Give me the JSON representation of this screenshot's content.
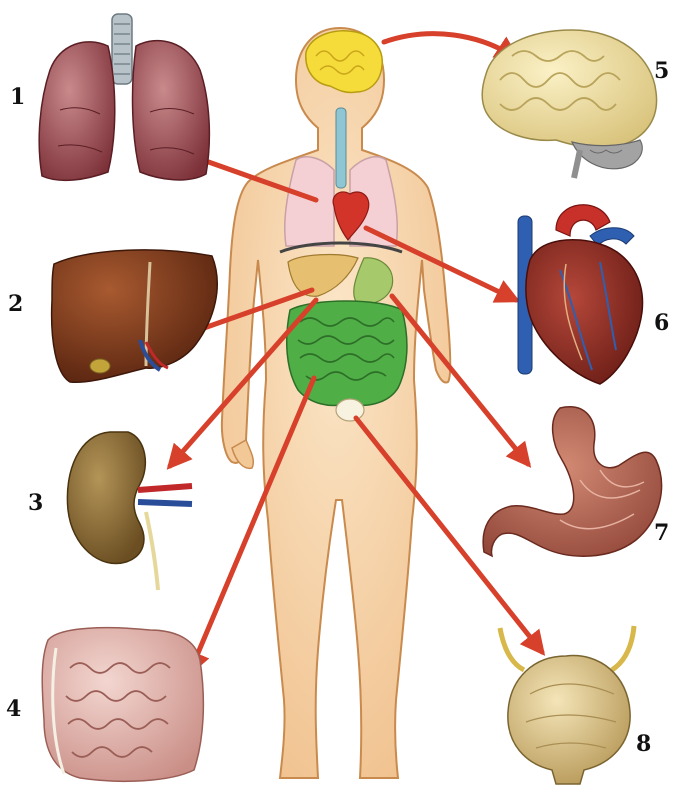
{
  "labels": {
    "lungs": "1",
    "liver": "2",
    "kidney": "3",
    "intestine": "4",
    "brain": "5",
    "heart": "6",
    "stomach": "7",
    "bladder": "8"
  },
  "colors": {
    "skin": "#f2c896",
    "skin_outline": "#c98a4e",
    "arrow": "#d7402a",
    "lung": "#a8535a",
    "liver": "#7a3a1c",
    "kidney": "#8a6a32",
    "intestine": "#e3b6b0",
    "brain": "#efe2a0",
    "heart": "#8e2a22",
    "stomach": "#b56450",
    "bladder": "#d9bf7e",
    "gut_green": "#3f9e3a"
  }
}
